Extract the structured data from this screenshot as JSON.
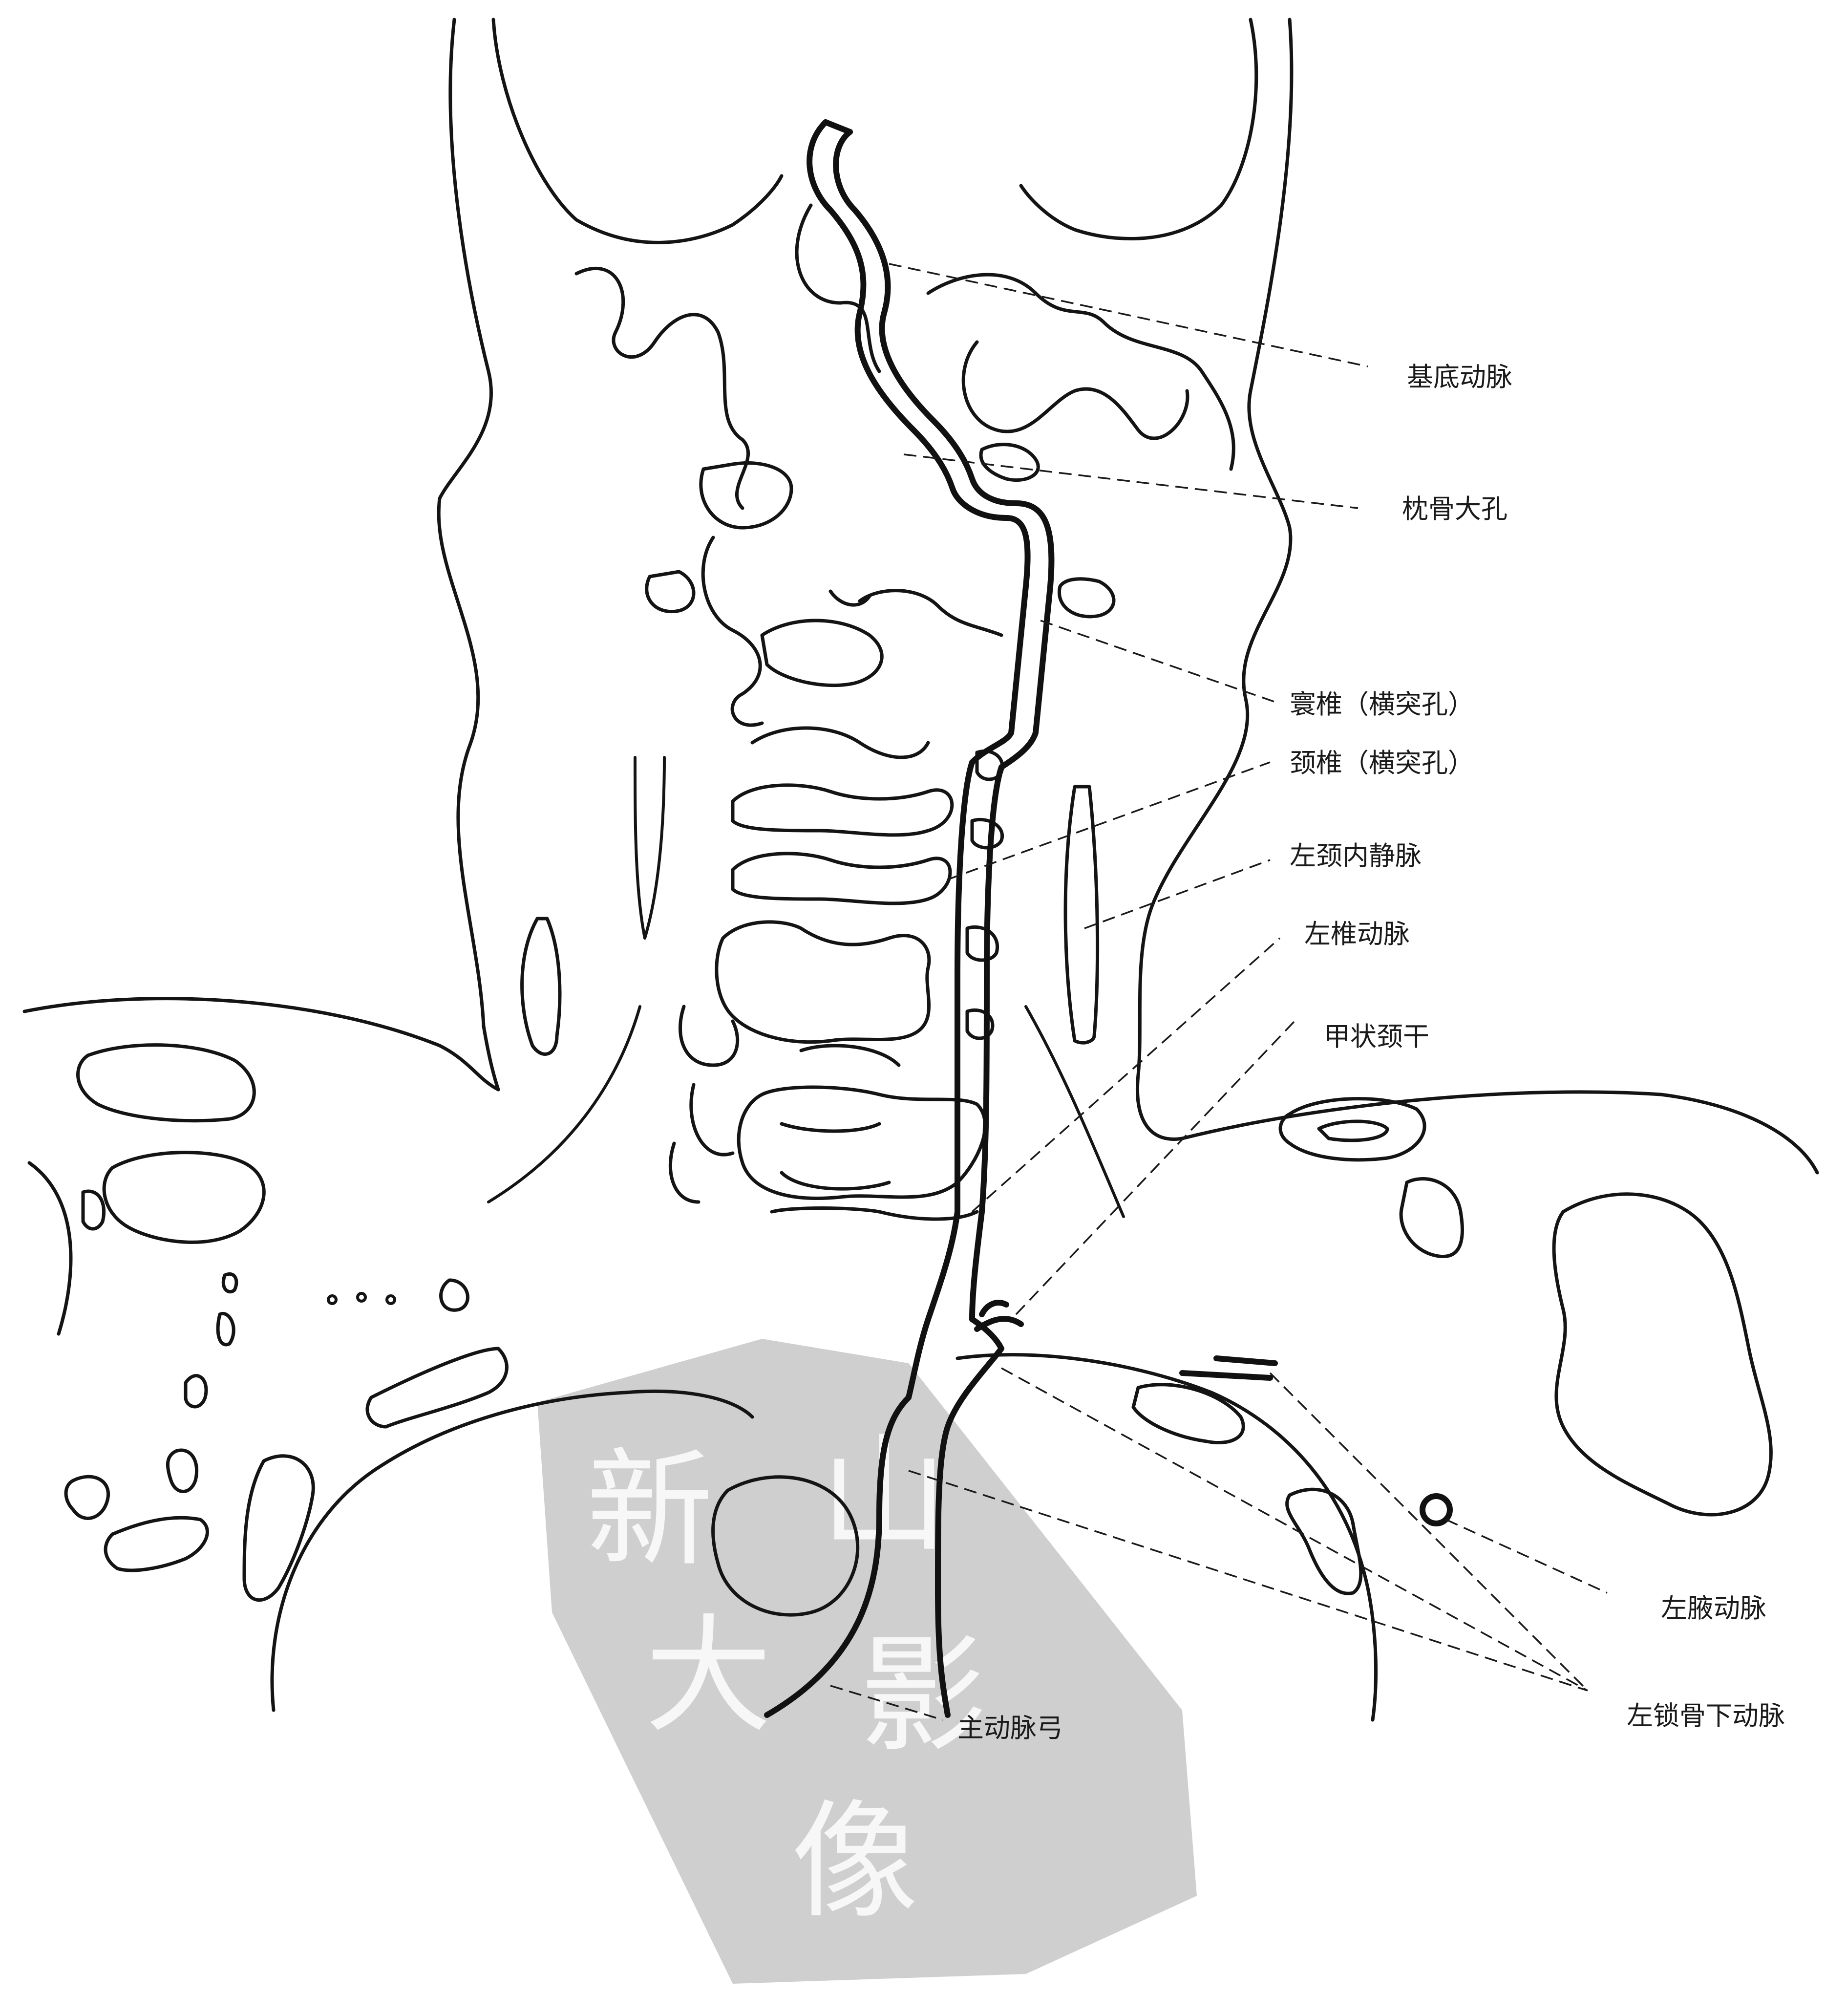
{
  "labels": {
    "basilar_artery": "基底动脉",
    "foramen_magnum": "枕骨大孔",
    "atlas_transverse_foramen": "寰椎（横突孔）",
    "cervical_transverse_foramen": "颈椎（横突孔）",
    "left_internal_jugular_vein": "左颈内静脉",
    "left_vertebral_artery": "左椎动脉",
    "thyrocervical_trunk": "甲状颈干",
    "left_axillary_artery": "左腋动脉",
    "left_subclavian_artery": "左锁骨下动脉",
    "aortic_arch": "主动脉弓"
  },
  "watermark": {
    "seal_chars": [
      "新",
      "大",
      "山",
      "影",
      "像"
    ]
  },
  "colors": {
    "line": "#141414",
    "watermark": "#cfcfcf",
    "background": "#ffffff"
  }
}
